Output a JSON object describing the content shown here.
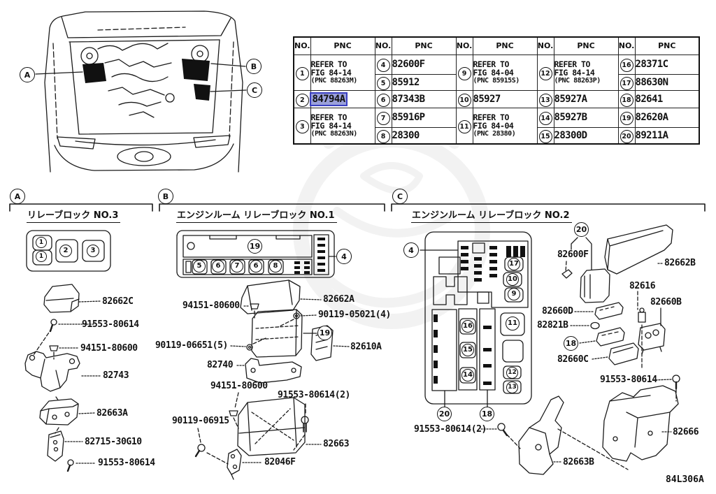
{
  "table": {
    "no_label": "NO.",
    "pnc_label": "PNC",
    "cells": {
      "c1": {
        "no": "1",
        "l1": "REFER TO",
        "l2": "FIG 84-14",
        "l3": "(PNC 88263M)"
      },
      "c2": {
        "no": "2",
        "pnc": "84794A",
        "highlighted": true
      },
      "c3": {
        "no": "3",
        "l1": "REFER TO",
        "l2": "FIG 84-14",
        "l3": "(PNC 88263N)"
      },
      "c4": {
        "no": "4",
        "pnc": "82600F"
      },
      "c5": {
        "no": "5",
        "pnc": "85912"
      },
      "c6": {
        "no": "6",
        "pnc": "87343B"
      },
      "c7": {
        "no": "7",
        "pnc": "85916P"
      },
      "c8": {
        "no": "8",
        "pnc": "28300"
      },
      "c9": {
        "no": "9",
        "l1": "REFER TO",
        "l2": "FIG 84-04",
        "l3": "(PNC 85915S)"
      },
      "c10": {
        "no": "10",
        "pnc": "85927"
      },
      "c11": {
        "no": "11",
        "l1": "REFER TO",
        "l2": "FIG 84-04",
        "l3": "(PNC 28380)"
      },
      "c12": {
        "no": "12",
        "l1": "REFER TO",
        "l2": "FIG 84-14",
        "l3": "(PNC 88263P)"
      },
      "c13": {
        "no": "13",
        "pnc": "85927A"
      },
      "c14": {
        "no": "14",
        "pnc": "85927B"
      },
      "c15": {
        "no": "15",
        "pnc": "28300D"
      },
      "c16": {
        "no": "16",
        "pnc": "28371C"
      },
      "c17": {
        "no": "17",
        "pnc": "88630N"
      },
      "c18": {
        "no": "18",
        "pnc": "82641"
      },
      "c19": {
        "no": "19",
        "pnc": "82620A"
      },
      "c20": {
        "no": "20",
        "pnc": "89211A"
      }
    },
    "highlight_colors": {
      "background": "#9aa0da",
      "border": "#3a3fc1"
    }
  },
  "callouts": {
    "engine": [
      "A",
      "B",
      "C"
    ],
    "sections": [
      "A",
      "B",
      "C"
    ],
    "a_slots": [
      "1",
      "1",
      "2",
      "3"
    ],
    "b_top": "19",
    "b_slots": [
      "5",
      "6",
      "7",
      "6",
      "8"
    ],
    "b_side": "4",
    "b_relay": "19",
    "c_side": "4",
    "c_col_right": [
      "17",
      "10",
      "9"
    ],
    "c_col_mid": [
      "16",
      "15",
      "14"
    ],
    "c_relay": [
      "11",
      "12",
      "13"
    ],
    "c_bottom": [
      "20",
      "18"
    ],
    "c_cover": "20",
    "c_strip": "18"
  },
  "sections": {
    "a": {
      "title": "リレーブロック NO.3",
      "labels": [
        "82662C",
        "91553-80614",
        "94151-80600",
        "82743",
        "82663A",
        "82715-30G10",
        "91553-80614"
      ]
    },
    "b": {
      "title": "エンジンルーム リレーブロック NO.1",
      "labels": [
        "82662A",
        "94151-80600",
        "90119-05021(4)",
        "90119-06651(5)",
        "82610A",
        "82740",
        "94151-80600",
        "91553-80614(2)",
        "90119-06915",
        "82663",
        "82046F"
      ]
    },
    "c": {
      "title": "エンジンルーム リレーブロック NO.2",
      "labels": [
        "82600F",
        "82662B",
        "82616",
        "82660B",
        "82660D",
        "82821B",
        "82660C",
        "91553-80614",
        "91553-80614(2)",
        "82666",
        "82663B"
      ]
    }
  },
  "footer": {
    "figure_code": "84L306A"
  }
}
